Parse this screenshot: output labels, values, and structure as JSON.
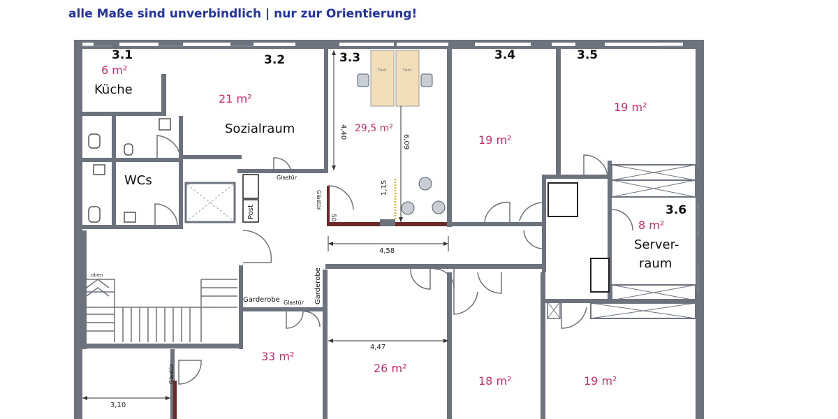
{
  "header": {
    "note": "alle Maße sind unverbindlich | nur zur Orientierung!"
  },
  "rooms": {
    "r31": {
      "number": "3.1",
      "area": "6 m²",
      "name": "Küche"
    },
    "r32": {
      "number": "3.2",
      "area": "21 m²",
      "name": "Sozialraum"
    },
    "r33": {
      "number": "3.3",
      "area": "29,5 m²"
    },
    "r34": {
      "number": "3.4",
      "area": "19 m²"
    },
    "r35": {
      "number": "3.5",
      "area": "19 m²"
    },
    "r36": {
      "number": "3.6",
      "area": "8 m²",
      "name_line1": "Server-",
      "name_line2": "raum"
    },
    "wcs": {
      "name": "WCs"
    },
    "area_33": {
      "area": "33 m²"
    },
    "area_26": {
      "area": "26 m²"
    },
    "area_18": {
      "area": "18 m²"
    },
    "area_19b": {
      "area": "19 m²"
    }
  },
  "dimensions": {
    "d440": "4,40",
    "d609": "6,09",
    "d115": "1,15",
    "d50": "50",
    "d458": "4,58",
    "d447": "4,47",
    "d310": "3,10"
  },
  "labels": {
    "glastuer": "Glastür",
    "post": "Post",
    "garderobe": "Garderobe",
    "oben": "oben",
    "tisch": "Tisch"
  },
  "colors": {
    "wall": "#6c737c",
    "accent": "#cc2d6e",
    "header": "#2233a3",
    "desk": "#f2dfba",
    "partition": "#6a2a2a"
  }
}
